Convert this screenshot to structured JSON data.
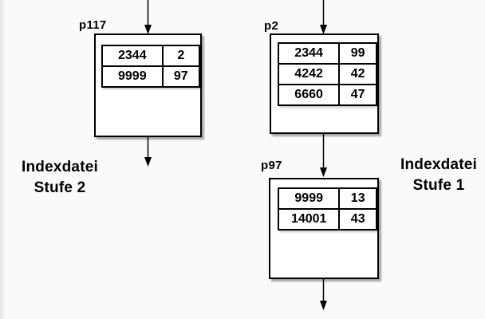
{
  "colors": {
    "background": "#fafafa",
    "ink": "#000000",
    "box_fill": "#ffffff"
  },
  "diagram": {
    "nodes": [
      {
        "label": "p117",
        "rows": [
          [
            "2344",
            "2"
          ],
          [
            "9999",
            "97"
          ]
        ]
      },
      {
        "label": "p2",
        "rows": [
          [
            "2344",
            "99"
          ],
          [
            "4242",
            "42"
          ],
          [
            "6660",
            "47"
          ]
        ]
      },
      {
        "label": "p97",
        "rows": [
          [
            "9999",
            "13"
          ],
          [
            "14001",
            "43"
          ]
        ]
      }
    ],
    "captions": [
      {
        "line1": "Indexdatei",
        "line2": "Stufe 2"
      },
      {
        "line1": "Indexdatei",
        "line2": "Stufe 1"
      }
    ]
  }
}
